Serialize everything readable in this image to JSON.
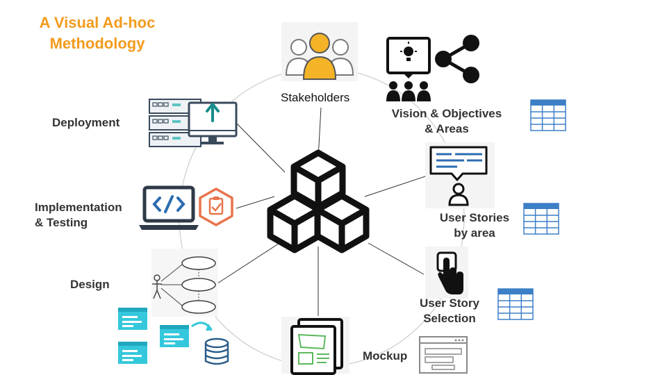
{
  "title": {
    "line1": "A Visual Ad-hoc",
    "line2": "Methodology"
  },
  "labels": {
    "stakeholders": "Stakeholders",
    "vision_line1": "Vision & Objectives",
    "vision_line2": "& Areas",
    "user_stories_line1": "User Stories",
    "user_stories_line2": "by area",
    "selection_line1": "User Story",
    "selection_line2": "Selection",
    "mockup": "Mockup",
    "design": "Design",
    "implementation_line1": "Implementation",
    "implementation_line2": "& Testing",
    "deployment": "Deployment"
  },
  "colors": {
    "title": "#f29b1d",
    "accent_person": "#f5b427",
    "table_blue": "#3d7fc7",
    "screen_cyan": "#35c8dc",
    "code_blue": "#2b6cb0",
    "badge_orange": "#e8734a",
    "mockup_green": "#5cb85c",
    "circle": "#cccccc"
  },
  "icons": [
    "stakeholders-icon",
    "vision-presentation-icon",
    "share-icon",
    "table-icon",
    "user-story-chat-icon",
    "touch-selection-icon",
    "mockup-layers-icon",
    "browser-wireframe-icon",
    "use-case-diagram-icon",
    "database-icon",
    "window-cards-icon",
    "code-laptop-icon",
    "test-badge-icon",
    "server-rack-icon",
    "monitor-upload-icon",
    "central-cubes-icon"
  ]
}
